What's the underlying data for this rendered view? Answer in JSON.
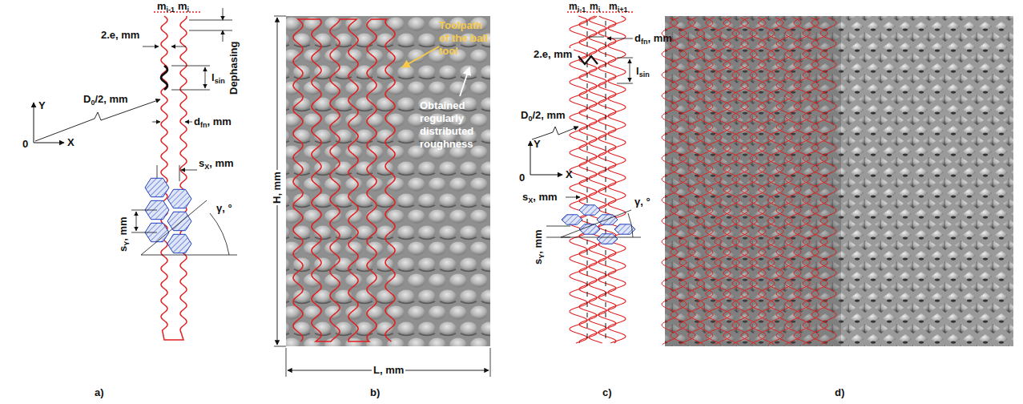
{
  "diagram": {
    "labels": [
      "m",
      "i-1",
      "m",
      "i",
      "Dephasing",
      "2.e, mm",
      "l",
      "sin",
      "D",
      "0",
      "/2, mm",
      "Y",
      "0",
      "X",
      "d",
      "fn",
      ", mm",
      "s",
      "X",
      ", mm",
      "γ, °",
      "s",
      "Y",
      ", mm",
      "a)",
      "H, mm",
      "L, mm",
      "Toolpath of the ball tool",
      "Obtained regularly distributed roughness",
      "b)",
      "m",
      "i-1",
      "m",
      "i",
      "m",
      "i+1",
      "d",
      "fn",
      ", mm",
      "2.e, mm",
      "l",
      "sin",
      "D",
      "0",
      "/2, mm",
      "Y",
      "0",
      "X",
      "s",
      "X",
      ", mm",
      "γ, °",
      "s",
      "Y",
      ", mm",
      "c)",
      "d)"
    ]
  }
}
